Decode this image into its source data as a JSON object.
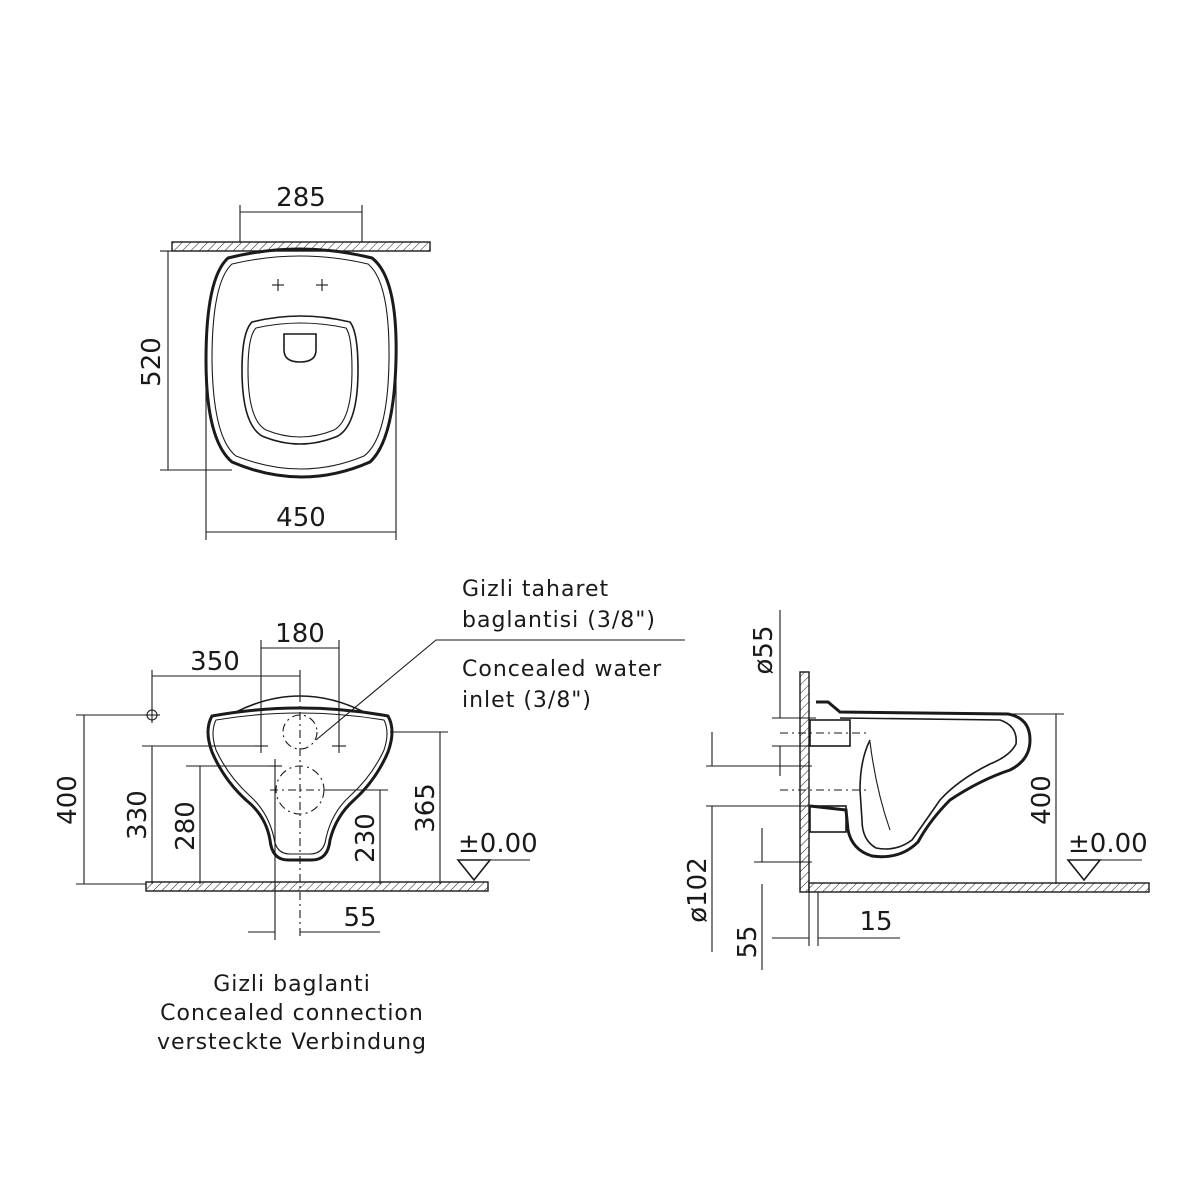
{
  "top_view": {
    "dim_width_top": "285",
    "dim_height": "520",
    "dim_width_bottom": "450"
  },
  "front_view": {
    "dim_350": "350",
    "dim_180": "180",
    "dim_400": "400",
    "dim_330": "330",
    "dim_280": "280",
    "dim_230": "230",
    "dim_365": "365",
    "dim_55": "55",
    "level": "±0.00",
    "callout": {
      "tr_line1": "Gizli taharet",
      "tr_line2": "baglantisi (3/8\")",
      "en_line1": "Concealed water",
      "en_line2": "inlet (3/8\")"
    },
    "caption": {
      "tr": "Gizli baglanti",
      "en": "Concealed connection",
      "de": "versteckte Verbindung"
    }
  },
  "side_view": {
    "dim_d55": "ø55",
    "dim_400": "400",
    "level": "±0.00",
    "dim_d102": "ø102",
    "dim_55": "55",
    "dim_15": "15"
  }
}
